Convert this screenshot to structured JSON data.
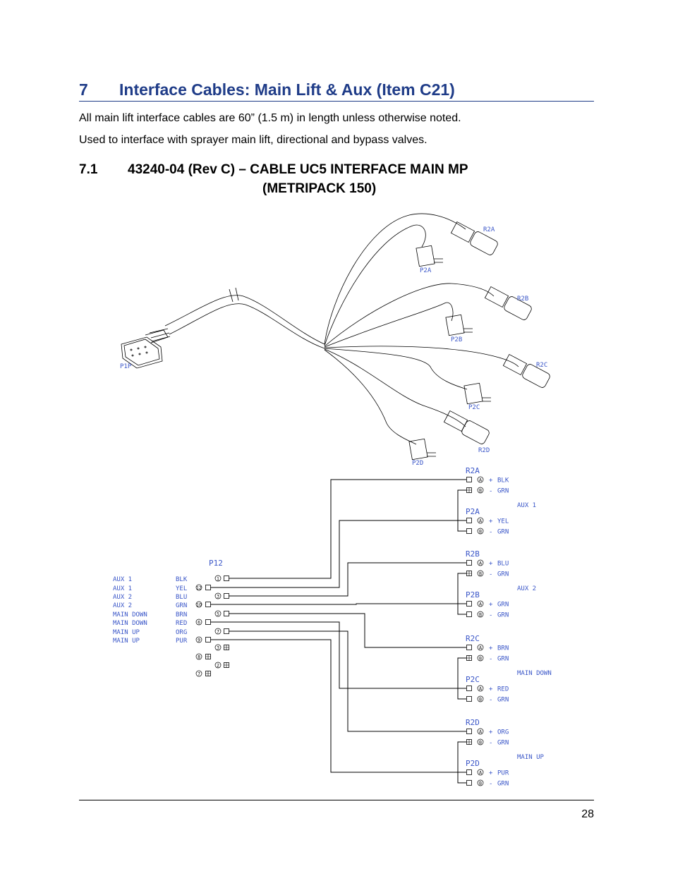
{
  "section": {
    "number": "7",
    "title": "Interface Cables: Main Lift & Aux (Item C21)"
  },
  "paragraphs": [
    "All main lift interface cables are 60” (1.5 m) in length unless otherwise noted.",
    "Used to interface with sprayer main lift, directional and bypass valves."
  ],
  "subsection": {
    "number": "7.1",
    "line1": "43240-04 (Rev C) – CABLE UC5 INTERFACE MAIN MP",
    "line2": "(METRIPACK 150)"
  },
  "harness": {
    "main_connector": "P1P",
    "branch_labels": [
      "R2A",
      "P2A",
      "R2B",
      "P2B",
      "R2C",
      "P2C",
      "R2D",
      "P2D"
    ]
  },
  "schematic": {
    "p1_label": "P12",
    "p1_wires": [
      {
        "func": "AUX 1",
        "color": "BLK",
        "pin": "1"
      },
      {
        "func": "AUX 1",
        "color": "YEL",
        "pin": "12"
      },
      {
        "func": "AUX 2",
        "color": "BLU",
        "pin": "3"
      },
      {
        "func": "AUX 2",
        "color": "GRN",
        "pin": "10"
      },
      {
        "func": "MAIN DOWN",
        "color": "BRN",
        "pin": "5"
      },
      {
        "func": "MAIN DOWN",
        "color": "RED",
        "pin": "6"
      },
      {
        "func": "MAIN UP",
        "color": "ORG",
        "pin": "7"
      },
      {
        "func": "MAIN UP",
        "color": "PUR",
        "pin": "9"
      }
    ],
    "spare_pins": [
      "3",
      "8",
      "2",
      "7"
    ],
    "groups": [
      {
        "name": "AUX 1",
        "r_label": "R2A",
        "p_label": "P2A",
        "r_colors": [
          "BLK",
          "GRN"
        ],
        "p_colors": [
          "YEL",
          "GRN"
        ]
      },
      {
        "name": "AUX 2",
        "r_label": "R2B",
        "p_label": "P2B",
        "r_colors": [
          "BLU",
          "GRN"
        ],
        "p_colors": [
          "GRN",
          "GRN"
        ]
      },
      {
        "name": "MAIN DOWN",
        "r_label": "R2C",
        "p_label": "P2C",
        "r_colors": [
          "BRN",
          "GRN"
        ],
        "p_colors": [
          "RED",
          "GRN"
        ]
      },
      {
        "name": "MAIN UP",
        "r_label": "R2D",
        "p_label": "P2D",
        "r_colors": [
          "ORG",
          "GRN"
        ],
        "p_colors": [
          "PUR",
          "GRN"
        ]
      }
    ],
    "pin_a": "A",
    "pin_b": "B",
    "plus": "+",
    "minus": "-"
  },
  "page_number": "28",
  "colors": {
    "heading": "#1f3c88",
    "diagram_label": "#3a56c8",
    "line": "#000000"
  }
}
